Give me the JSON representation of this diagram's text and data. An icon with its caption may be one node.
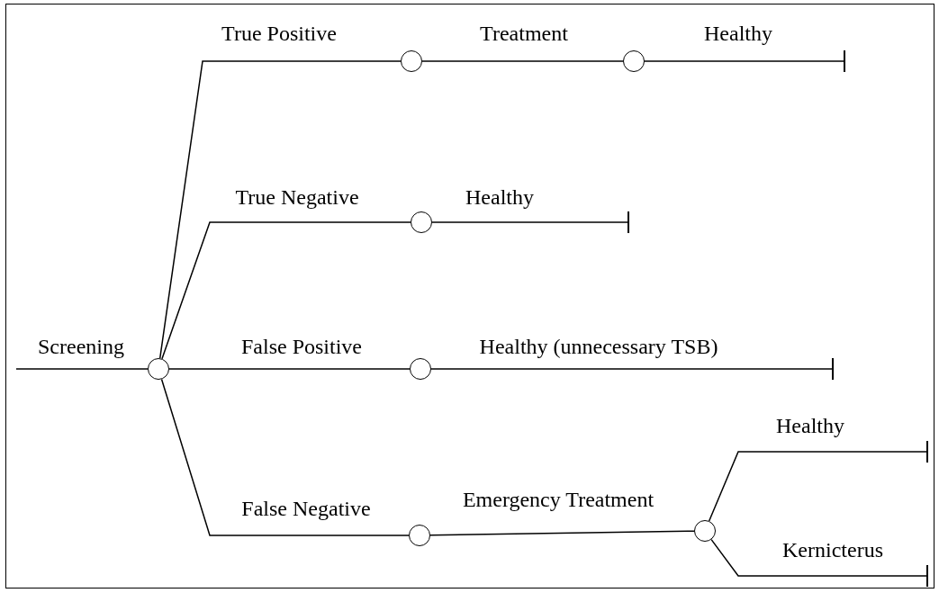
{
  "diagram": {
    "nodes": [
      {
        "text": [],
        "shape": "circle"
      },
      {
        "text": [],
        "shape": "circle"
      },
      {
        "text": [],
        "shape": "circle"
      },
      {
        "text": [],
        "shape": "bar"
      },
      {
        "text": [],
        "shape": "circle"
      },
      {
        "text": [],
        "shape": "bar"
      },
      {
        "text": [],
        "shape": "circle"
      },
      {
        "text": [],
        "shape": "bar"
      },
      {
        "text": [],
        "shape": "circle"
      },
      {
        "text": [],
        "shape": "circle"
      },
      {
        "text": [],
        "shape": "bar"
      },
      {
        "text": [],
        "shape": "bar"
      }
    ],
    "edges": [
      {
        "from": null,
        "to": 0,
        "arrow": "none",
        "label": "Screening"
      },
      {
        "from": 0,
        "to": 1,
        "arrow": "none",
        "label": "True Positive"
      },
      {
        "from": 1,
        "to": 2,
        "arrow": "none",
        "label": "Treatment"
      },
      {
        "from": 2,
        "to": 3,
        "arrow": "none",
        "label": "Healthy"
      },
      {
        "from": 0,
        "to": 4,
        "arrow": "none",
        "label": "True Negative"
      },
      {
        "from": 4,
        "to": 5,
        "arrow": "none",
        "label": "Healthy"
      },
      {
        "from": 0,
        "to": 6,
        "arrow": "none",
        "label": "False Positive"
      },
      {
        "from": 6,
        "to": 7,
        "arrow": "none",
        "label": "Healthy (unnecessary TSB)"
      },
      {
        "from": 0,
        "to": 8,
        "arrow": "none",
        "label": "False Negative"
      },
      {
        "from": 8,
        "to": 9,
        "arrow": "none",
        "label": "Emergency Treatment"
      },
      {
        "from": 9,
        "to": 10,
        "arrow": "none",
        "label": "Healthy"
      },
      {
        "from": 9,
        "to": 11,
        "arrow": "none",
        "label": "Kernicterus"
      }
    ]
  }
}
